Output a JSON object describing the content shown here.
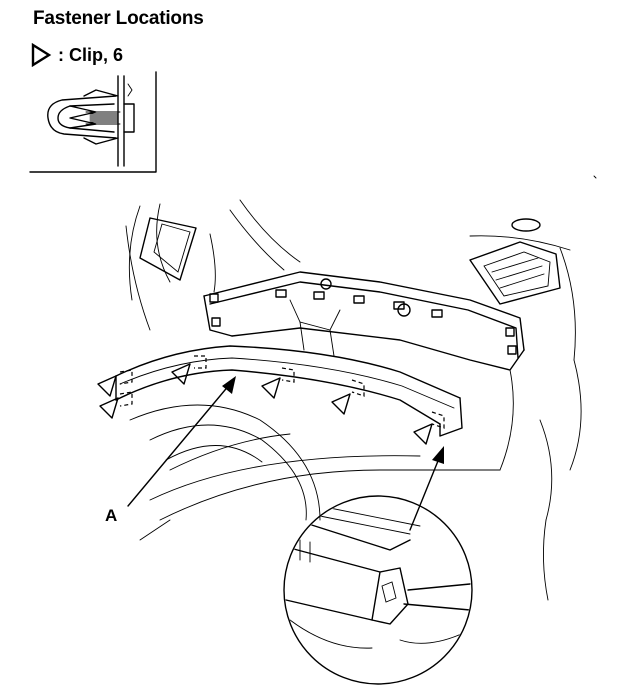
{
  "heading": "Fastener Locations",
  "legend": {
    "symbol_icon": "triangle-outline-icon",
    "text": ": Clip, 6"
  },
  "callout": {
    "label": "A"
  }
}
